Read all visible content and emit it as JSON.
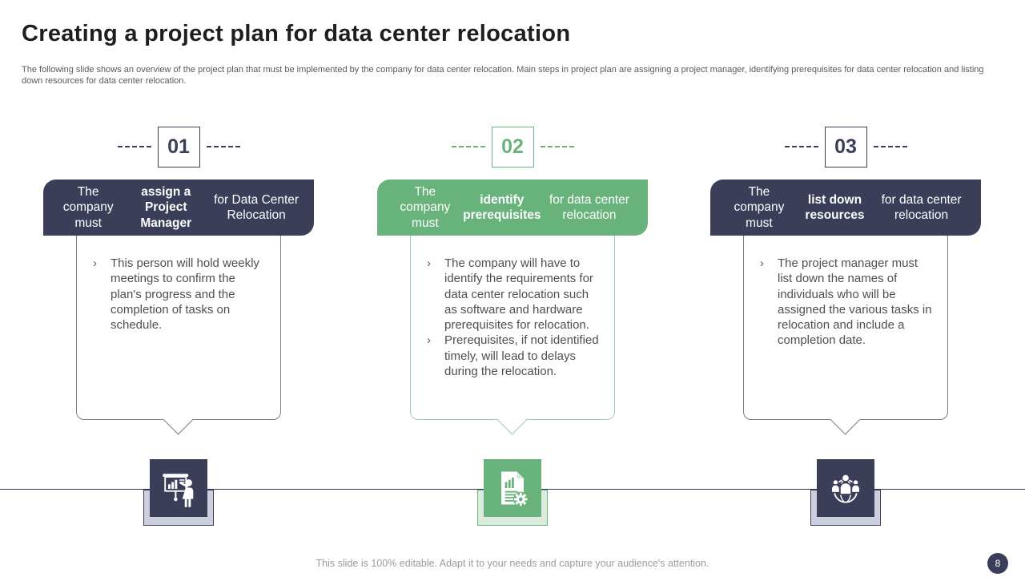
{
  "slide": {
    "title": "Creating a project plan for data center relocation",
    "subtitle": "The following slide shows an overview of the project plan that must be implemented by the company for data center relocation. Main steps in project plan are assigning a project manager, identifying prerequisites for data center relocation and listing down resources for data center relocation.",
    "footer": "This slide is 100% editable. Adapt it to your needs and capture your audience's attention.",
    "page_number": "8"
  },
  "ui": {
    "bullet_marker": "›"
  },
  "colors": {
    "navy": "#3a3e58",
    "green": "#68b27c",
    "timeline": "#343851",
    "title_text": "#1e1e20",
    "body_text": "#4f4f4f",
    "footer_text": "#9b9b9b"
  },
  "steps": [
    {
      "number": "01",
      "accent_color": "#3a3e58",
      "bubble_border_color": "#7a7e90",
      "shadow_bg_color": "#ccd0de",
      "icon": "presentation-chart-icon",
      "banner_segments": [
        {
          "t": "The company must ",
          "b": false
        },
        {
          "t": "assign a Project Manager",
          "b": true
        },
        {
          "t": " for Data Center Relocation",
          "b": false
        }
      ],
      "bullets": [
        "This person will hold weekly meetings to confirm the plan's progress and the completion of tasks on schedule."
      ]
    },
    {
      "number": "02",
      "accent_color": "#68b27c",
      "bubble_border_color": "#9bcfaa",
      "shadow_bg_color": "#dcebdd",
      "icon": "document-gear-chart-icon",
      "banner_segments": [
        {
          "t": "The company must ",
          "b": false
        },
        {
          "t": "identify prerequisites",
          "b": true
        },
        {
          "t": " for data center relocation",
          "b": false
        }
      ],
      "bullets": [
        "The company will have to identify the requirements for data center relocation such as software and hardware prerequisites for relocation.",
        "Prerequisites, if not identified timely, will lead to delays during the relocation."
      ]
    },
    {
      "number": "03",
      "accent_color": "#3a3e58",
      "bubble_border_color": "#7a7e90",
      "shadow_bg_color": "#ccd0de",
      "icon": "global-team-icon",
      "banner_segments": [
        {
          "t": "The company must ",
          "b": false
        },
        {
          "t": "list down resources",
          "b": true
        },
        {
          "t": " for data center relocation",
          "b": false
        }
      ],
      "bullets": [
        "The project manager must list down the names of individuals who will be assigned the various tasks in relocation and include a completion date."
      ]
    }
  ]
}
